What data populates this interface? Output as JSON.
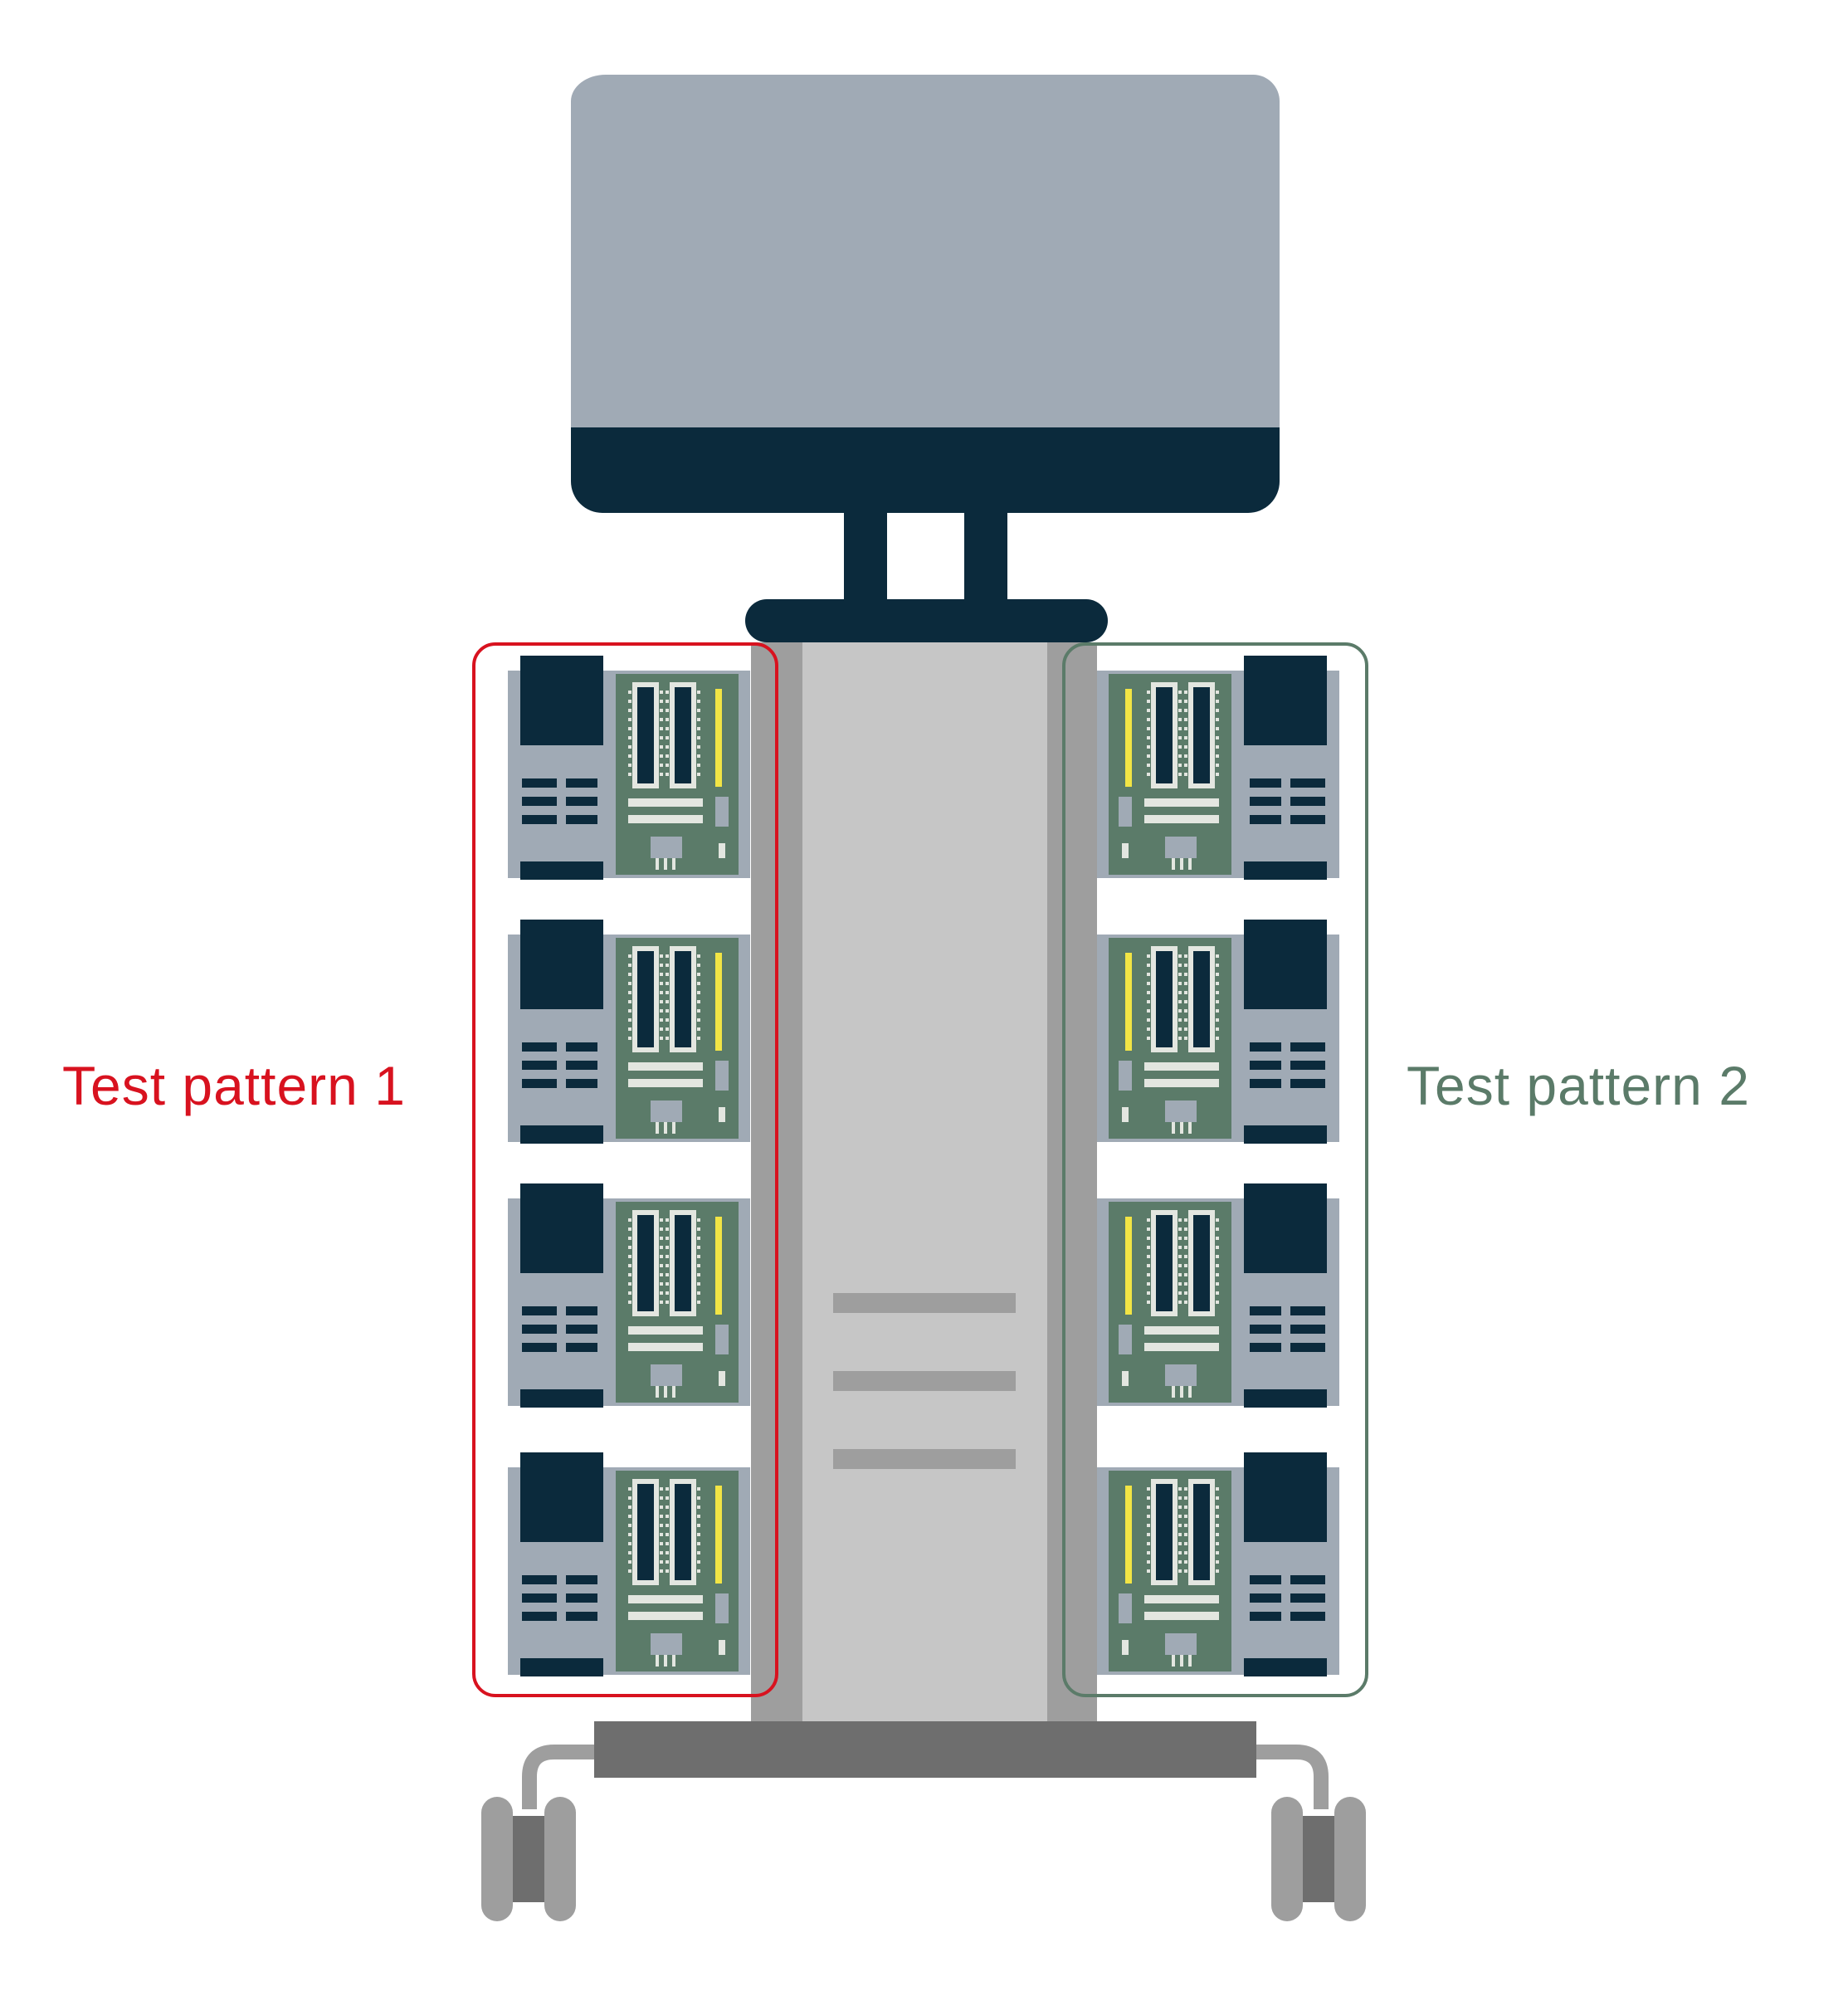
{
  "labels": {
    "group_left": "Test pattern 1",
    "group_right": "Test pattern 2"
  },
  "colors": {
    "pattern_1": "#d8121f",
    "pattern_2": "#5b7b69",
    "monitor_screen": "#a0aab5",
    "monitor_bezel": "#0b2a3c",
    "column_face": "#c6c6c6",
    "column_edge": "#9e9e9e",
    "base_bar": "#6e6e6e",
    "module_frame": "#a0aab5",
    "module_dark": "#0b2a3c",
    "circuit_board": "#5b7b69",
    "circuit_chip": "#0b2a3c",
    "circuit_trace": "#e3e6e0",
    "circuit_highlight": "#f2e445",
    "caster": "#9e9e9e",
    "caster_hub": "#6e6e6e"
  },
  "groups": [
    {
      "id": "pattern-1",
      "side": "left",
      "module_count": 4
    },
    {
      "id": "pattern-2",
      "side": "right",
      "module_count": 4
    }
  ]
}
